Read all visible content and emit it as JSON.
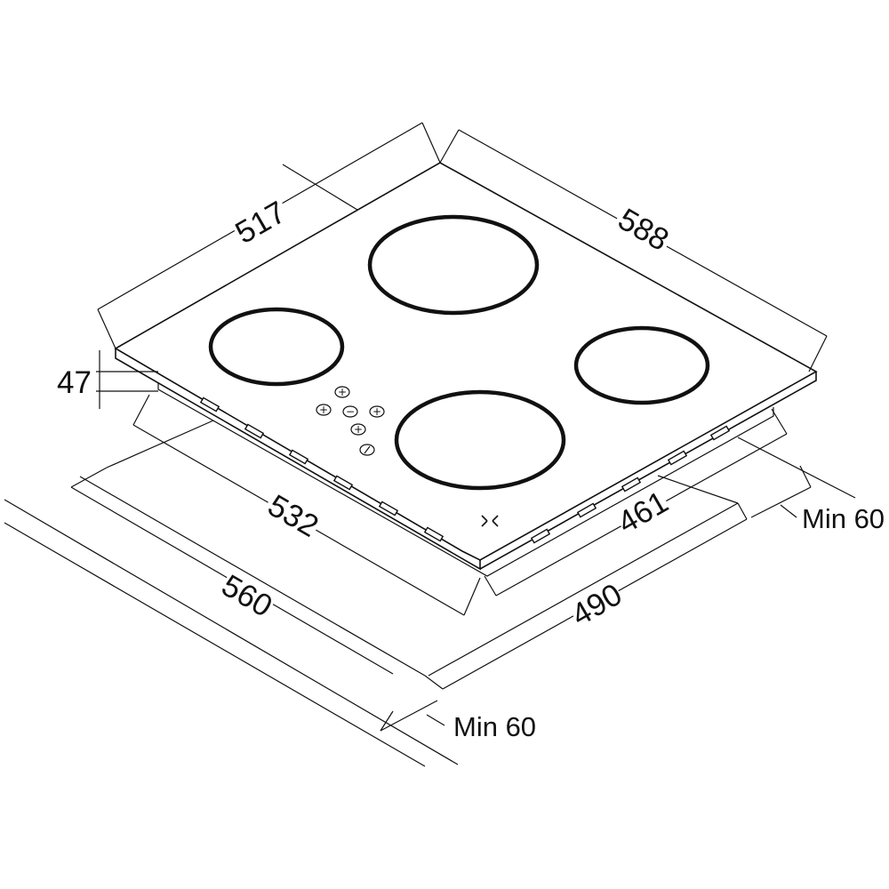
{
  "dimensions": {
    "top_width": "517",
    "top_depth": "588",
    "thickness": "47",
    "cutout_width": "532",
    "cutout_depth": "461",
    "worktop_width": "560",
    "worktop_depth": "490",
    "min_front": "Min 60",
    "min_side": "Min 60"
  },
  "controls": {
    "plus": "+",
    "minus": "−",
    "power": "⏻"
  },
  "icons": {
    "zone": "cooking-zone-icon",
    "logo": "cross-logo-icon"
  }
}
